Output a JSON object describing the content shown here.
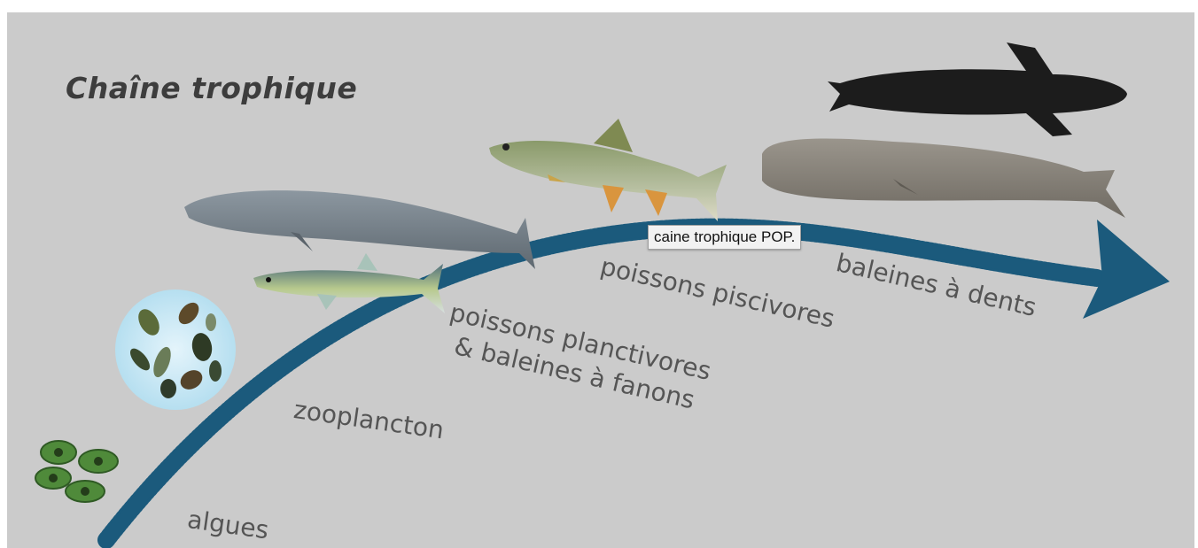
{
  "title": "Chaîne trophique",
  "labels": {
    "algues": "algues",
    "zooplancton": "zooplancton",
    "planctivores_1": "poissons planctivores",
    "planctivores_2": "& baleines à fanons",
    "piscivores": "poissons piscivores",
    "baleines_dents": "baleines à dents"
  },
  "tooltip": "caine trophique POP.",
  "colors": {
    "background": "#cbcbcb",
    "arrow": "#1b5a7c",
    "label": "#555555",
    "title": "#3d3d3d"
  },
  "icons": [
    "algae-icon",
    "zooplankton-icon",
    "blue-whale-icon",
    "anchovy-fish-icon",
    "trout-fish-icon",
    "sperm-whale-icon",
    "pilot-whale-icon"
  ]
}
